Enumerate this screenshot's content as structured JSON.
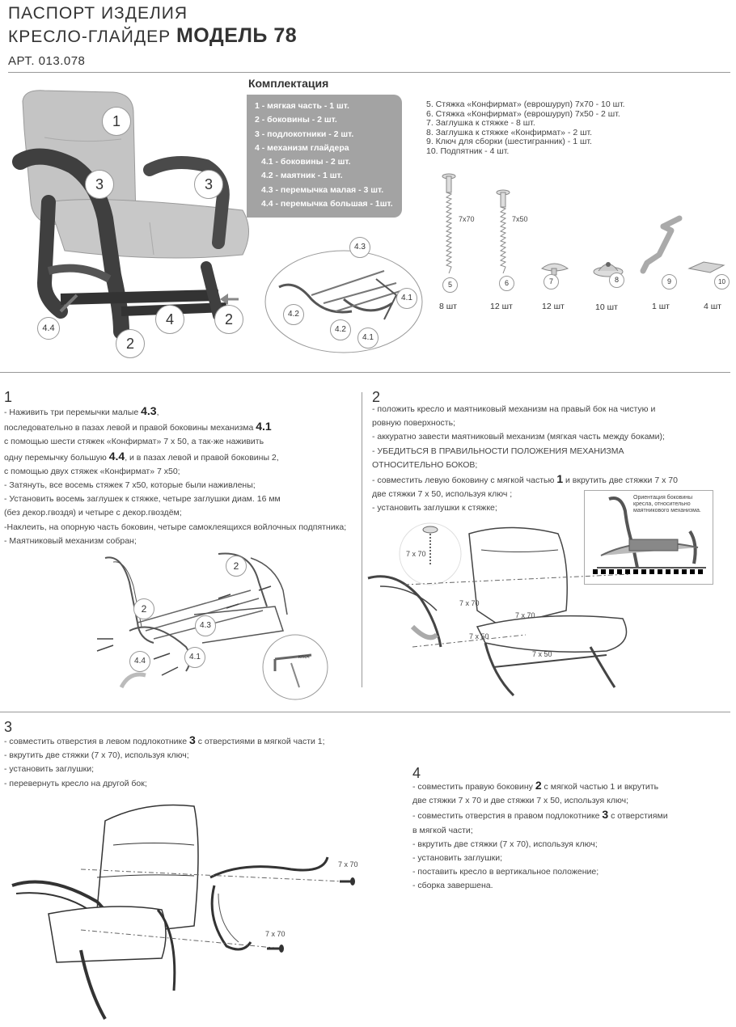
{
  "header": {
    "line1": "ПАСПОРТ ИЗДЕЛИЯ",
    "line2_prefix": "КРЕСЛО-ГЛАЙДЕР ",
    "line2_bold": "МОДЕЛЬ 78",
    "article": "АРТ. 013.078"
  },
  "komplektaciya": {
    "title": "Комплектация",
    "items": [
      "1 - мягкая часть - 1 шт.",
      "2 - боковины - 2 шт.",
      "3 - подлокотники - 2 шт.",
      "4 - механизм глайдера",
      "4.1 - боковины - 2 шт.",
      "4.2 - маятник - 1 шт.",
      "4.3 - перемычка малая - 3 шт.",
      "4.4 - перемычка большая - 1шт."
    ]
  },
  "parts_list": [
    "5. Стяжка «Конфирмат» (евро­шуруп) 7x70 - 10 шт.",
    "6. Стяжка «Конфирмат» (евро­шуруп) 7x50 - 2 шт.",
    "7. Заглушка к стяжке - 8 шт.",
    "8. Заглушка к стяжке «Конфирмат» - 2 шт.",
    "9. Ключ для сборки (шестигранник) - 1 шт.",
    "10. Подпятник - 4 шт."
  ],
  "hardware": {
    "screw5_size": "7x70",
    "screw6_size": "7x50",
    "nums": [
      "5",
      "6",
      "7",
      "8",
      "9",
      "10"
    ],
    "counts": [
      "8 шт",
      "12 шт",
      "12 шт",
      "10 шт",
      "1 шт",
      "4 шт"
    ]
  },
  "callouts": {
    "c1": "1",
    "c2": "2",
    "c3": "3",
    "c4": "4",
    "c41": "4.1",
    "c42": "4.2",
    "c43": "4.3",
    "c44": "4.4"
  },
  "step1": {
    "num": "1",
    "lines": [
      {
        "t": "  - Наживить три перемычки малые ",
        "b": "4.3",
        "a": ","
      },
      {
        "t": "последовательно в пазах левой и правой боковины механизма ",
        "b": "4.1",
        "a": ""
      },
      {
        "t": "с помощью шести стяжек «Конфирмат» 7 х 50, а так-же наживить",
        "b": "",
        "a": ""
      },
      {
        "t": "одну перемычку большую ",
        "b": "4.4",
        "a": ", и в пазах левой и правой боковины 2,"
      },
      {
        "t": " с помощью двух стяжек «Конфирмат» 7 x50;",
        "b": "",
        "a": ""
      },
      {
        "t": "- Затянуть, все восемь стяжек 7 x50, которые были наживлены;",
        "b": "",
        "a": ""
      },
      {
        "t": "- Установить восемь заглушек к стяжке, четыре заглушки диам. 16 мм",
        "b": "",
        "a": ""
      },
      {
        "t": "(без декор.гвоздя) и четыре с декор.гвоздём;",
        "b": "",
        "a": ""
      },
      {
        "t": "-Наклеить, на опорную часть боковин, четыре самоклеящихся войлочных подпятника;",
        "b": "",
        "a": ""
      },
      {
        "t": "- Маятниковый механизм собран;",
        "b": "",
        "a": ""
      }
    ],
    "key_label": "ключ"
  },
  "step2": {
    "num": "2",
    "lines": [
      {
        "t": "- положить кресло и маятниковый  механизм на правый бок на чистую  и",
        "b": "",
        "a": ""
      },
      {
        "t": "ровную поверхность;",
        "b": "",
        "a": ""
      },
      {
        "t": "- аккуратно завести маятниковый механизм (мягкая часть между боками);",
        "b": "",
        "a": ""
      },
      {
        "t": "- УБЕДИТЬСЯ В ПРАВИЛЬНОСТИ ПОЛОЖЕНИЯ МЕХАНИЗМА",
        "b": "",
        "a": ""
      },
      {
        "t": "ОТНОСИТЕЛЬНО БОКОВ;",
        "b": "",
        "a": ""
      },
      {
        "t": "- совместить левую боковину с мягкой частью ",
        "b": "1",
        "a": " и вкрутить  две стяжки 7 x 70"
      },
      {
        "t": "  две стяжки 7 x 50, используя ключ ;",
        "b": "",
        "a": ""
      },
      {
        "t": "- установить заглушки к стяжке;",
        "b": "",
        "a": ""
      }
    ],
    "orientation_note": "Ориентация боковины кресла, относительно маятникового механизма.",
    "dims": [
      "7 x 70",
      "7 x 70",
      "7 x 70",
      "7 x 50",
      "7 x 50"
    ]
  },
  "step3": {
    "num": "3",
    "lines": [
      {
        "t": "- совместить отверстия в левом подлокотнике ",
        "b": "3",
        "a": " с отверстиями в мягкой части 1;"
      },
      {
        "t": "- вкрутить две стяжки (7 x 70), используя ключ;",
        "b": "",
        "a": ""
      },
      {
        "t": "- установить заглушки;",
        "b": "",
        "a": ""
      },
      {
        "t": "- перевернуть кресло на другой бок;",
        "b": "",
        "a": ""
      }
    ],
    "dims": [
      "7 x 70",
      "7 x 70"
    ]
  },
  "step4": {
    "num": "4",
    "lines": [
      {
        "t": "- совместить правую боковину ",
        "b": "2",
        "a": " с мягкой частью 1 и вкрутить"
      },
      {
        "t": " две стяжки 7 x 70 и две стяжки 7 x 50, используя ключ;",
        "b": "",
        "a": ""
      },
      {
        "t": "- совместить отверстия в правом подлокотнике ",
        "b": "3",
        "a": " с отверстиями"
      },
      {
        "t": "в мягкой части;",
        "b": "",
        "a": ""
      },
      {
        "t": "- вкрутить две стяжки (7 x 70), используя ключ;",
        "b": "",
        "a": ""
      },
      {
        "t": "- установить заглушки;",
        "b": "",
        "a": ""
      },
      {
        "t": "- поставить кресло в вертикальное положение;",
        "b": "",
        "a": ""
      },
      {
        "t": "- сборка завершена.",
        "b": "",
        "a": ""
      }
    ]
  }
}
